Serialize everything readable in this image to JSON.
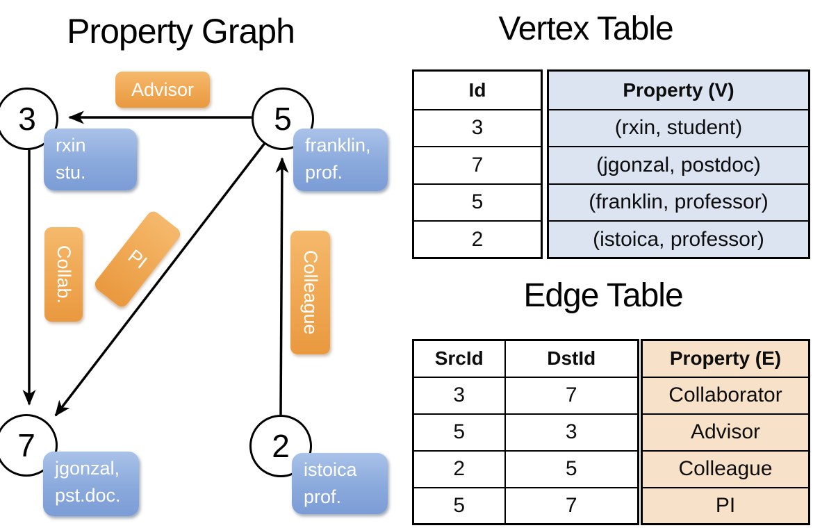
{
  "graph": {
    "title": "Property Graph",
    "nodes": [
      {
        "id": "3",
        "label_lines": [
          "rxin",
          "stu."
        ]
      },
      {
        "id": "5",
        "label_lines": [
          "franklin,",
          "prof."
        ]
      },
      {
        "id": "7",
        "label_lines": [
          "jgonzal,",
          "pst.doc."
        ]
      },
      {
        "id": "2",
        "label_lines": [
          "istoica",
          "prof."
        ]
      }
    ],
    "edges": [
      {
        "label": "Advisor",
        "from": "5",
        "to": "3"
      },
      {
        "label": "Collab.",
        "from": "3",
        "to": "7"
      },
      {
        "label": "PI",
        "from": "5",
        "to": "7"
      },
      {
        "label": "Colleague",
        "from": "2",
        "to": "5"
      }
    ]
  },
  "vertex_table": {
    "title": "Vertex Table",
    "columns": [
      "Id",
      "Property (V)"
    ],
    "rows": [
      [
        "3",
        "(rxin, student)"
      ],
      [
        "7",
        "(jgonzal, postdoc)"
      ],
      [
        "5",
        "(franklin, professor)"
      ],
      [
        "2",
        "(istoica, professor)"
      ]
    ]
  },
  "edge_table": {
    "title": "Edge Table",
    "columns": [
      "SrcId",
      "DstId",
      "Property (E)"
    ],
    "rows": [
      [
        "3",
        "7",
        "Collaborator"
      ],
      [
        "5",
        "3",
        "Advisor"
      ],
      [
        "2",
        "5",
        "Colleague"
      ],
      [
        "5",
        "7",
        "PI"
      ]
    ]
  },
  "colors": {
    "edge_label_fill_top": "#f5b96c",
    "edge_label_fill_bottom": "#e9993f",
    "vertex_label_fill_top": "#a9c2e8",
    "vertex_label_fill_bottom": "#7b9cd6",
    "vertex_table_fill": "#dce4f2",
    "edge_table_fill": "#f7e1c8",
    "line_color": "#000000"
  }
}
